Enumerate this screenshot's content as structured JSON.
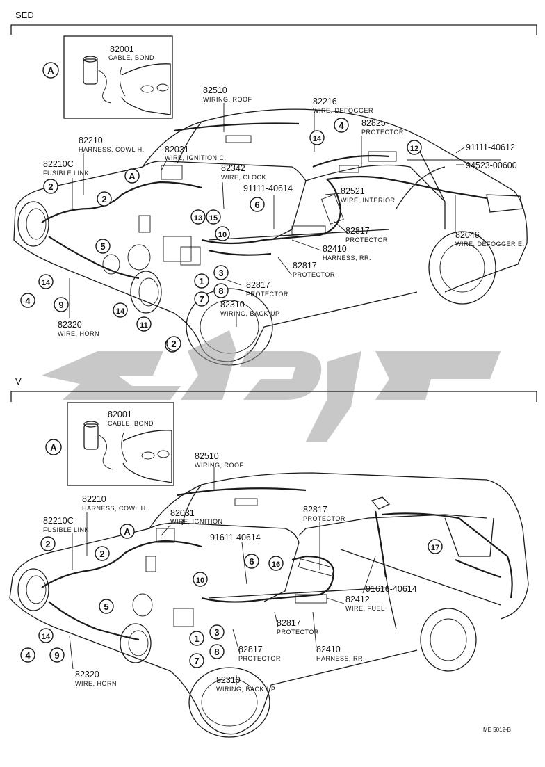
{
  "sections": [
    {
      "label": "SED",
      "inset": {
        "marker": "A",
        "part_no": "82001",
        "desc": "CABLE, BOND"
      },
      "callouts": [
        "2",
        "2",
        "2",
        "5",
        "4",
        "14",
        "9",
        "14",
        "11",
        "2",
        "1",
        "7",
        "3",
        "8",
        "13",
        "15",
        "10",
        "6",
        "14",
        "4",
        "12",
        "A"
      ],
      "parts": [
        {
          "no": "82510",
          "desc": "WIRING, ROOF"
        },
        {
          "no": "82216",
          "desc": "WIRE, DEFOGGER"
        },
        {
          "no": "82825",
          "desc": "PROTECTOR"
        },
        {
          "no": "91111-40612",
          "desc": ""
        },
        {
          "no": "94523-00600",
          "desc": ""
        },
        {
          "no": "82210",
          "desc": "HARNESS, COWL H."
        },
        {
          "no": "82031",
          "desc": "WIRE, IGNITION C."
        },
        {
          "no": "82210C",
          "desc": "FUSIBLE LINK"
        },
        {
          "no": "82342",
          "desc": "WIRE, CLOCK"
        },
        {
          "no": "91111-40614",
          "desc": ""
        },
        {
          "no": "82521",
          "desc": "WIRE, INTERIOR"
        },
        {
          "no": "82817",
          "desc": "PROTECTOR"
        },
        {
          "no": "82046",
          "desc": "WIRE, DEFOGGER E."
        },
        {
          "no": "82410",
          "desc": "HARNESS, RR."
        },
        {
          "no": "82817",
          "desc": "PROTECTOR"
        },
        {
          "no": "82817",
          "desc": "PROTECTOR"
        },
        {
          "no": "82310",
          "desc": "WIRING, BACK UP"
        },
        {
          "no": "82320",
          "desc": "WIRE, HORN"
        }
      ]
    },
    {
      "label": "V",
      "inset": {
        "marker": "A",
        "part_no": "82001",
        "desc": "CABLE, BOND"
      },
      "callouts": [
        "2",
        "2",
        "5",
        "4",
        "14",
        "9",
        "7",
        "8",
        "1",
        "3",
        "10",
        "6",
        "16",
        "17",
        "A"
      ],
      "parts": [
        {
          "no": "82510",
          "desc": "WIRING, ROOF"
        },
        {
          "no": "82210",
          "desc": "HARNESS, COWL H."
        },
        {
          "no": "82031",
          "desc": "WIRE, IGNITION"
        },
        {
          "no": "82210C",
          "desc": "FUSIBLE LINK"
        },
        {
          "no": "91611-40614",
          "desc": ""
        },
        {
          "no": "82817",
          "desc": "PROTECTOR"
        },
        {
          "no": "91616-40614",
          "desc": ""
        },
        {
          "no": "82412",
          "desc": "WIRE, FUEL"
        },
        {
          "no": "82817",
          "desc": "PROTECTOR"
        },
        {
          "no": "82817",
          "desc": "PROTECTOR"
        },
        {
          "no": "82410",
          "desc": "HARNESS, RR."
        },
        {
          "no": "82310",
          "desc": "WIRING, BACK UP"
        },
        {
          "no": "82320",
          "desc": "WIRE, HORN"
        }
      ]
    }
  ],
  "footer_code": "ME 5012-B",
  "colors": {
    "line": "#1a1a1a",
    "watermark": "#9a9a9a",
    "background": "#ffffff"
  }
}
